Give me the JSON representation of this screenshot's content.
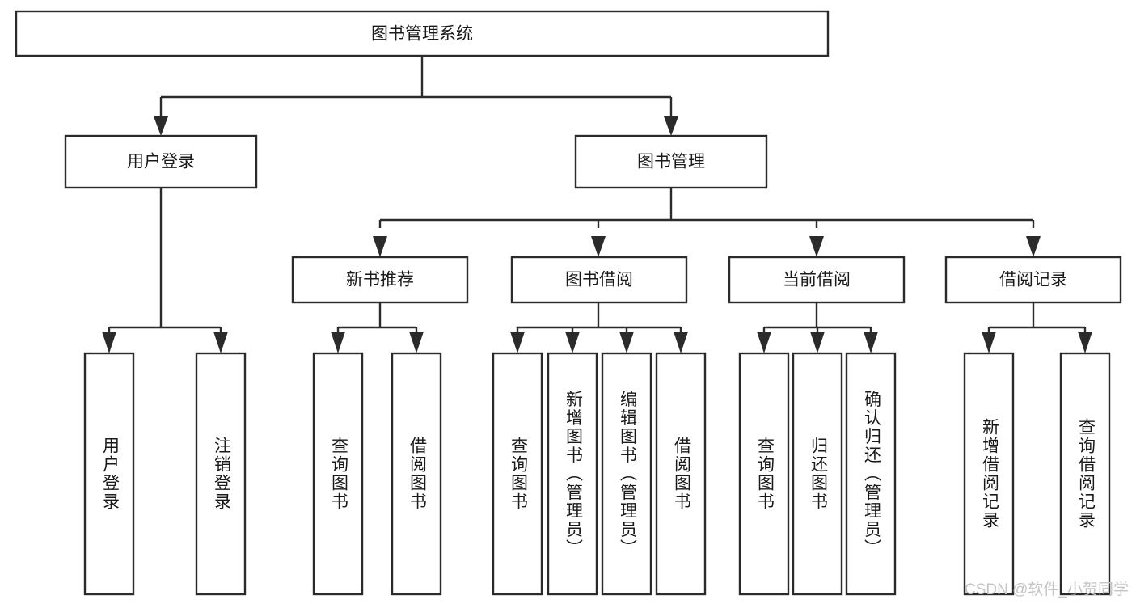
{
  "diagram": {
    "title_node": {
      "label": "图书管理系统"
    },
    "level1": [
      {
        "id": "user-login",
        "label": "用户登录"
      },
      {
        "id": "book-management",
        "label": "图书管理"
      }
    ],
    "level2": [
      {
        "id": "new-book-recommend",
        "label": "新书推荐"
      },
      {
        "id": "book-borrow",
        "label": "图书借阅"
      },
      {
        "id": "current-borrow",
        "label": "当前借阅"
      },
      {
        "id": "borrow-record",
        "label": "借阅记录"
      }
    ],
    "leaves": [
      {
        "id": "leaf-user-login",
        "label": "用户登录",
        "parent": "user-login"
      },
      {
        "id": "leaf-logout",
        "label": "注销登录",
        "parent": "user-login"
      },
      {
        "id": "leaf-query-book-1",
        "label": "查询图书",
        "parent": "new-book-recommend"
      },
      {
        "id": "leaf-borrow-book-1",
        "label": "借阅图书",
        "parent": "new-book-recommend"
      },
      {
        "id": "leaf-query-book-2",
        "label": "查询图书",
        "parent": "book-borrow"
      },
      {
        "id": "leaf-add-book",
        "label": "新增图书（管理员）",
        "parent": "book-borrow"
      },
      {
        "id": "leaf-edit-book",
        "label": "编辑图书（管理员）",
        "parent": "book-borrow"
      },
      {
        "id": "leaf-borrow-book-2",
        "label": "借阅图书",
        "parent": "book-borrow"
      },
      {
        "id": "leaf-query-book-3",
        "label": "查询图书",
        "parent": "current-borrow"
      },
      {
        "id": "leaf-return-book",
        "label": "归还图书",
        "parent": "current-borrow"
      },
      {
        "id": "leaf-confirm-return",
        "label": "确认归还（管理员）",
        "parent": "current-borrow"
      },
      {
        "id": "leaf-add-record",
        "label": "新增借阅记录",
        "parent": "borrow-record"
      },
      {
        "id": "leaf-query-record",
        "label": "查询借阅记录",
        "parent": "borrow-record"
      }
    ],
    "watermark": "CSDN @软件_小贺同学",
    "colors": {
      "stroke": "#2b2b2b",
      "fill": "#ffffff",
      "text": "#1a1a1a",
      "watermark": "#c4c4c4"
    }
  }
}
